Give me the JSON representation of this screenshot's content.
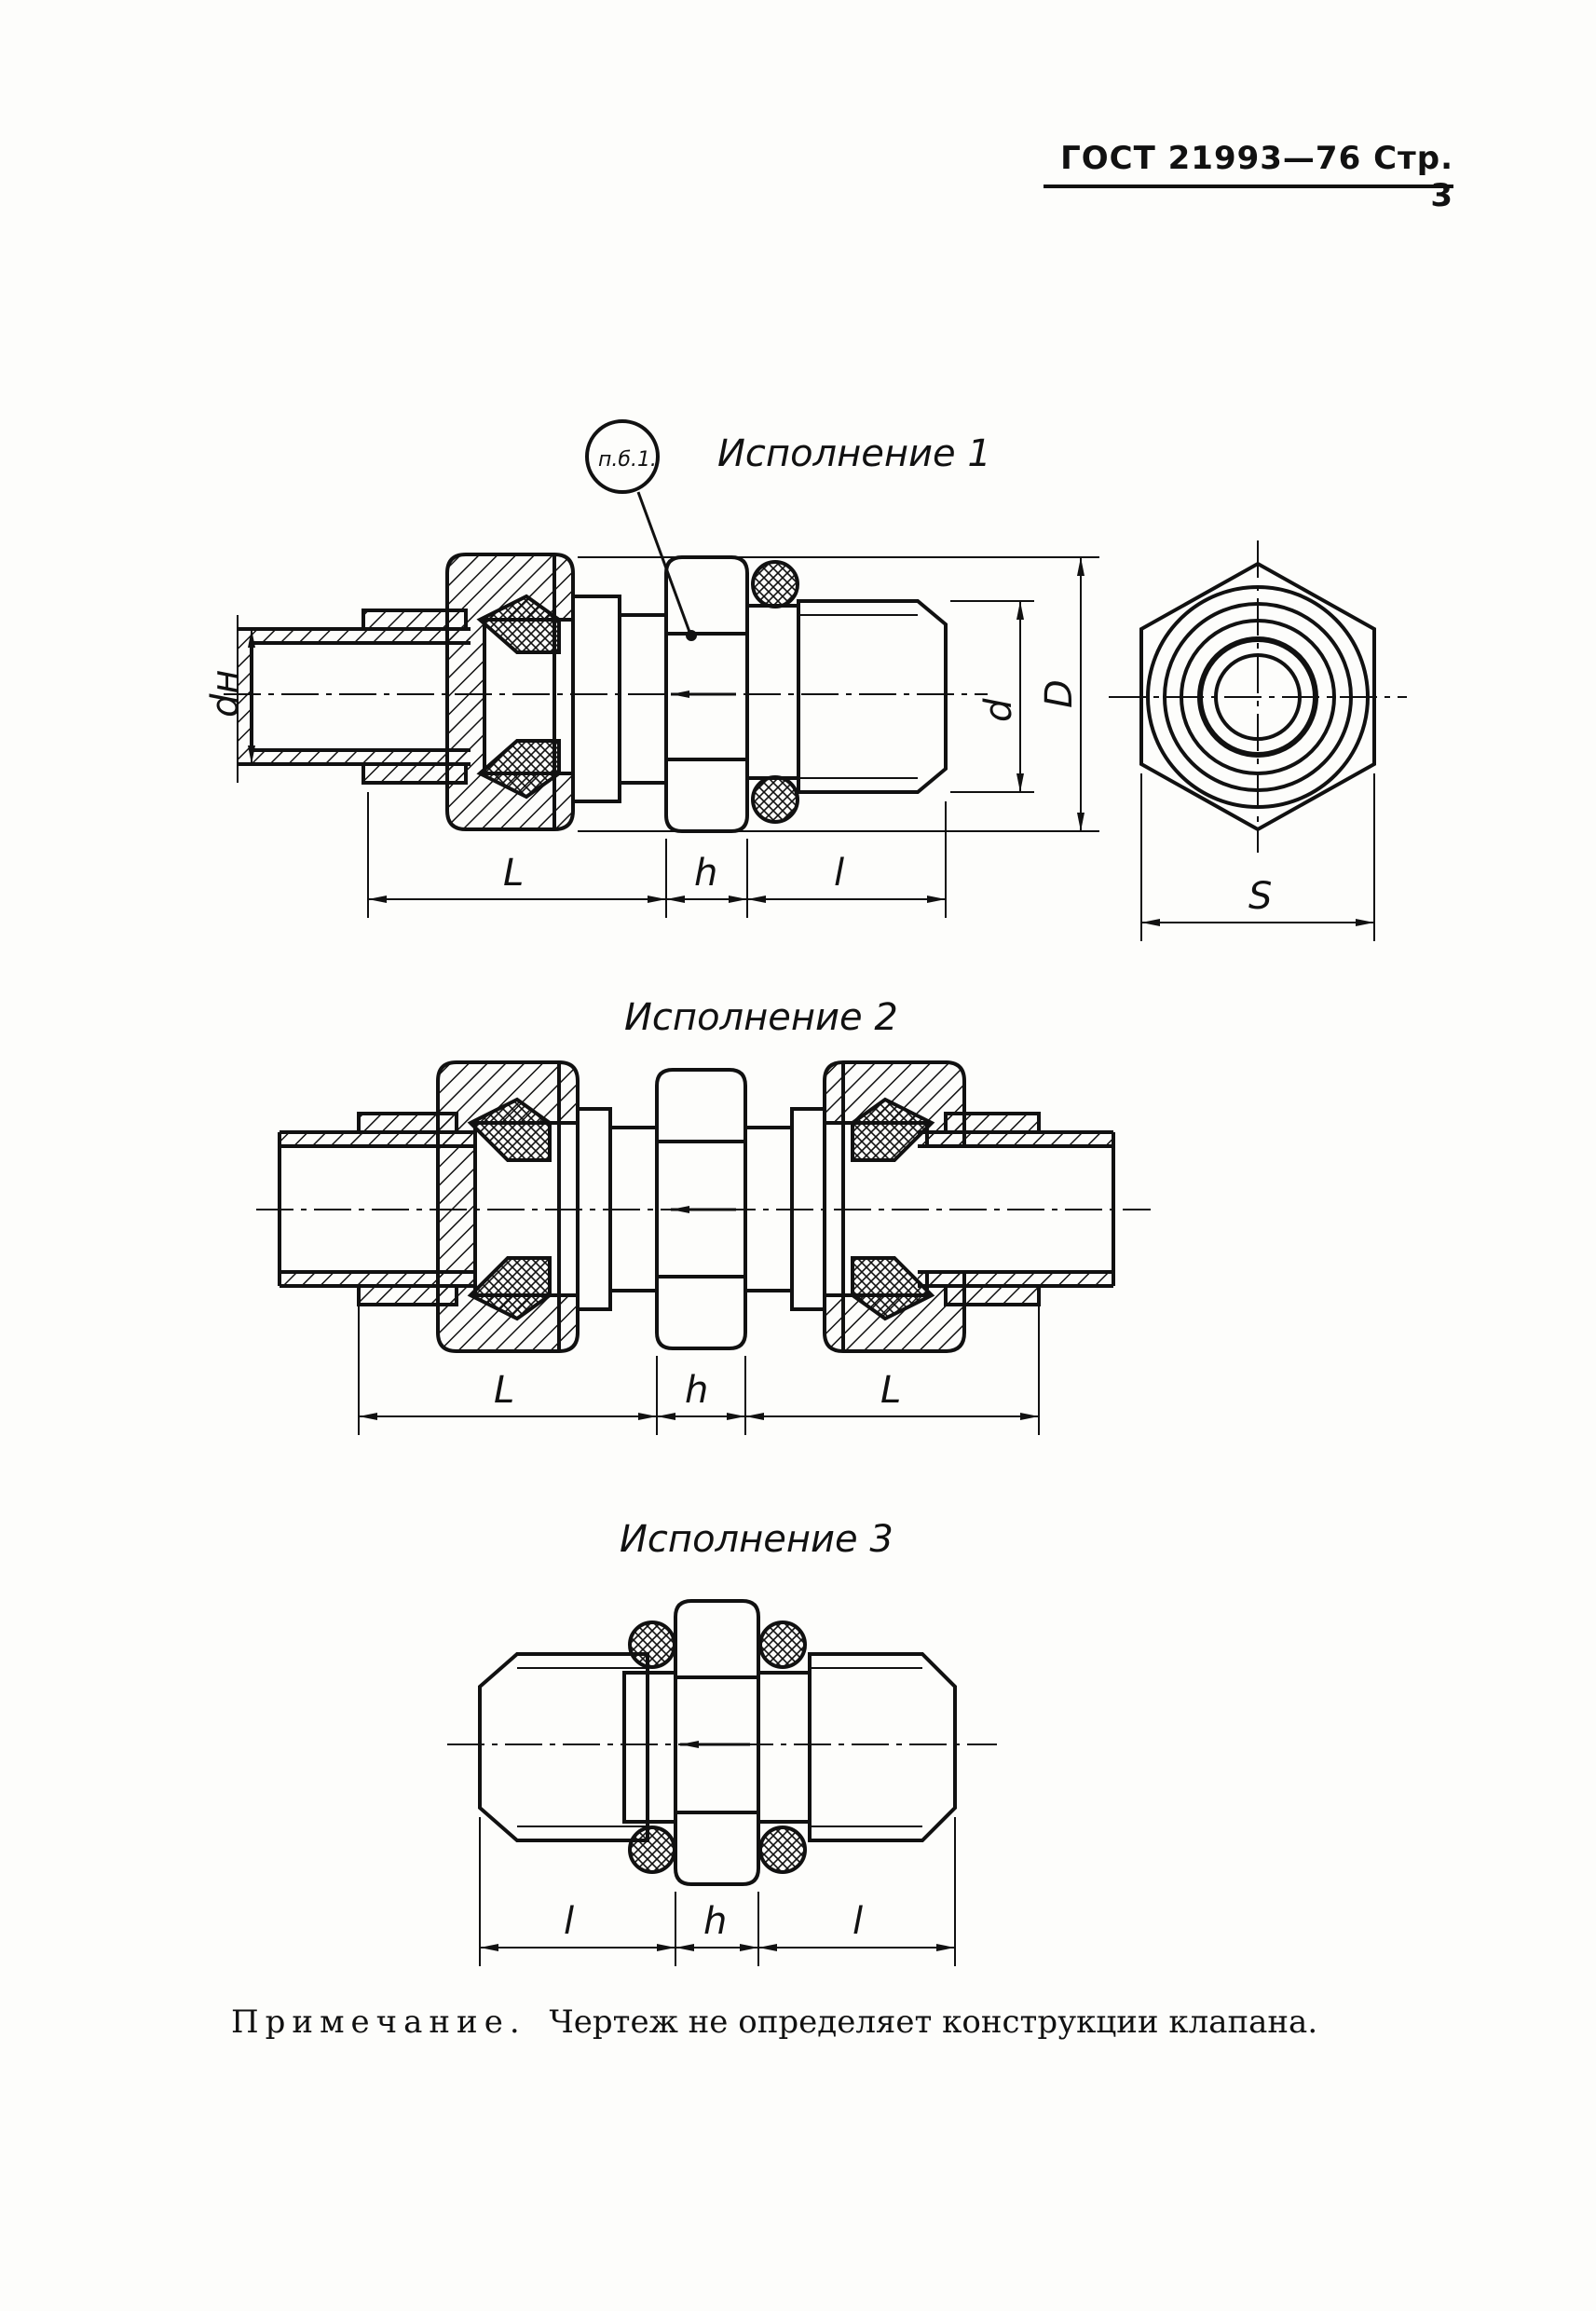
{
  "header": {
    "standard": "ГОСТ 21993—76",
    "page": "Стр. 3"
  },
  "figures": [
    {
      "title": "Исполнение 1",
      "callout": "п.б.1.",
      "dims": {
        "d_n": "dн",
        "d": "d",
        "D": "D",
        "S": "S",
        "L": "L",
        "h": "h",
        "l": "l"
      }
    },
    {
      "title": "Исполнение 2",
      "dims": {
        "L1": "L",
        "h": "h",
        "L2": "L"
      }
    },
    {
      "title": "Исполнение 3",
      "dims": {
        "l1": "l",
        "h": "h",
        "l2": "l"
      }
    }
  ],
  "note": {
    "lead": "Примечание.",
    "text": "Чертеж не определяет конструкции клапана."
  }
}
